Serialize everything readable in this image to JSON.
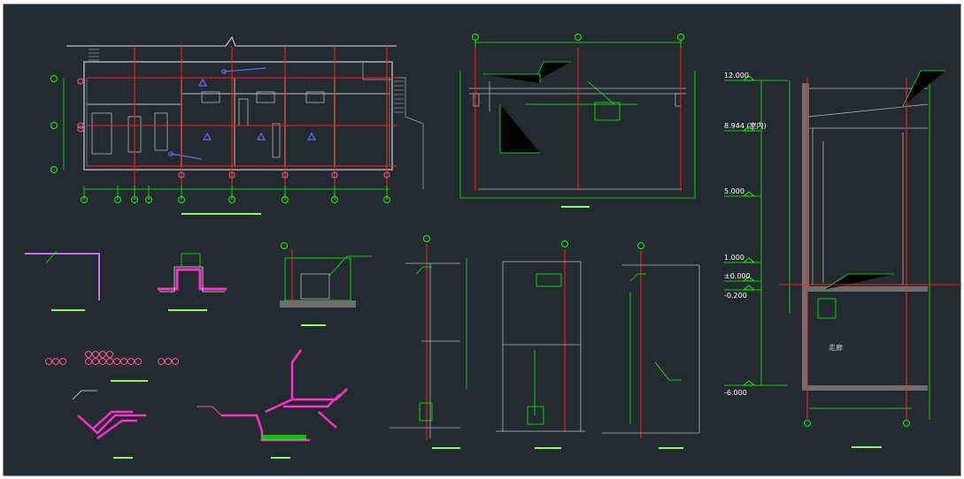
{
  "colors": {
    "background": "#232a30",
    "frame": "#ffffff",
    "green": "#00ff00",
    "red": "#ff2020",
    "grey": "#8c8c8c",
    "white": "#e6e6e6",
    "magenta": "#ff33cc",
    "pink": "#ff5a8c",
    "violet": "#c070ff",
    "blue": "#6a6aff",
    "title_bar": "#8cff6a"
  },
  "section_levels": [
    {
      "label": "12.000",
      "value": 12.0
    },
    {
      "label": "8.944 (室内)",
      "value": 8.944
    },
    {
      "label": "5.000",
      "value": 5.0
    },
    {
      "label": "1.000",
      "value": 1.0
    },
    {
      "label": "±0.000",
      "value": 0.0
    },
    {
      "label": "-0.200",
      "value": -0.2
    },
    {
      "label": "-6.000",
      "value": -6.0
    }
  ],
  "section_room_label": "走廊"
}
